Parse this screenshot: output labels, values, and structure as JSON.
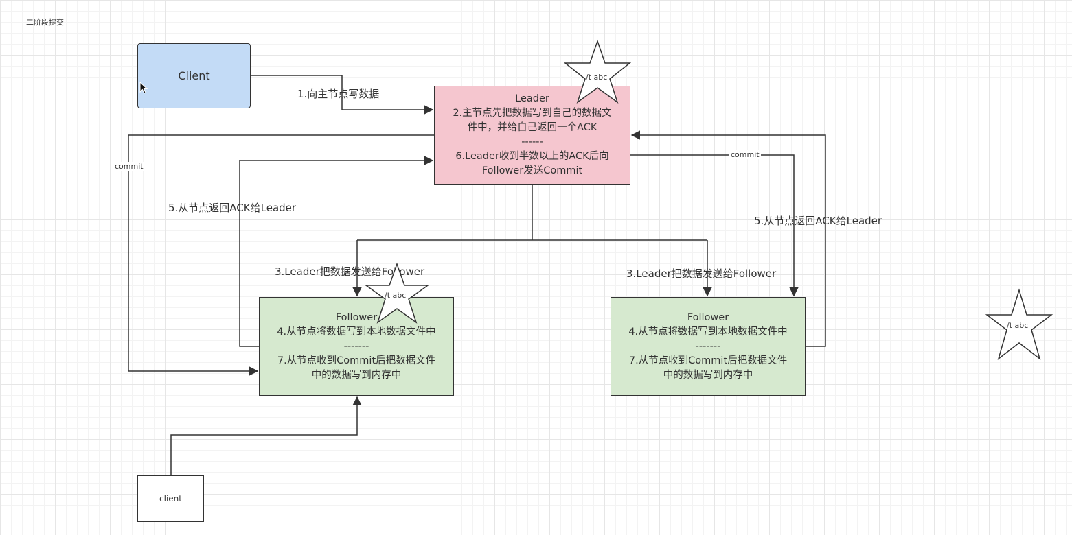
{
  "page_title": "二阶段提交",
  "nodes": {
    "client_top": {
      "label": "Client",
      "color": "#c3dbf6"
    },
    "leader": {
      "title": "Leader",
      "lines": [
        "2.主节点先把数据写到自己的数据文",
        "件中，并给自己返回一个ACK",
        "------",
        "6.Leader收到半数以上的ACK后向",
        "Follower发送Commit"
      ],
      "color": "#f5c6cf"
    },
    "follower_left": {
      "title": "Follower",
      "lines": [
        "4.从节点将数据写到本地数据文件中",
        "-------",
        "7.从节点收到Commit后把数据文件",
        "中的数据写到内存中"
      ],
      "color": "#d6e9cf"
    },
    "follower_right": {
      "title": "Follower",
      "lines": [
        "4.从节点将数据写到本地数据文件中",
        "-------",
        "7.从节点收到Commit后把数据文件",
        "中的数据写到内存中"
      ],
      "color": "#d6e9cf"
    },
    "client_bottom": {
      "label": "client"
    }
  },
  "edge_labels": {
    "write_to_leader": "1.向主节点写数据",
    "send_to_follower_left": "3.Leader把数据发送给Follower",
    "send_to_follower_right": "3.Leader把数据发送给Follower",
    "ack_left": "5.从节点返回ACK给Leader",
    "ack_right": "5.从节点返回ACK给Leader",
    "commit_left": "commit",
    "commit_right": "commit"
  },
  "stars": [
    {
      "label": "/t abc"
    },
    {
      "label": "/t abc"
    },
    {
      "label": "/t abc"
    }
  ]
}
